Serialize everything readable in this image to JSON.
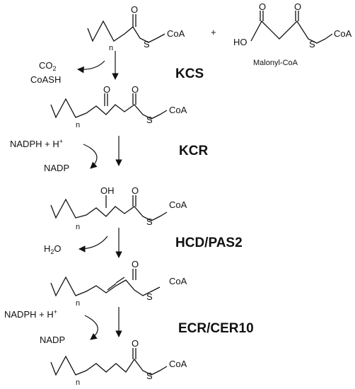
{
  "reactants": {
    "plus": "+",
    "malonyl_caption": "Malonyl-CoA"
  },
  "atoms": {
    "coa": "CoA",
    "s": "S",
    "o": "O",
    "ho": "HO",
    "oh": "OH",
    "n": "n"
  },
  "steps": [
    {
      "enzyme": "KCS",
      "side_top": "CO",
      "side_top_sub": "2",
      "side_bottom": "CoASH"
    },
    {
      "enzyme": "KCR",
      "side_top": "NADPH + H",
      "side_top_sup": "+",
      "side_bottom": "NADP"
    },
    {
      "enzyme": "HCD/PAS2",
      "side_top": "H",
      "side_top_sub": "2",
      "side_top_after": "O"
    },
    {
      "enzyme": "ECR/CER10",
      "side_top": "NADPH + H",
      "side_top_sup": "+",
      "side_bottom": "NADP"
    }
  ]
}
